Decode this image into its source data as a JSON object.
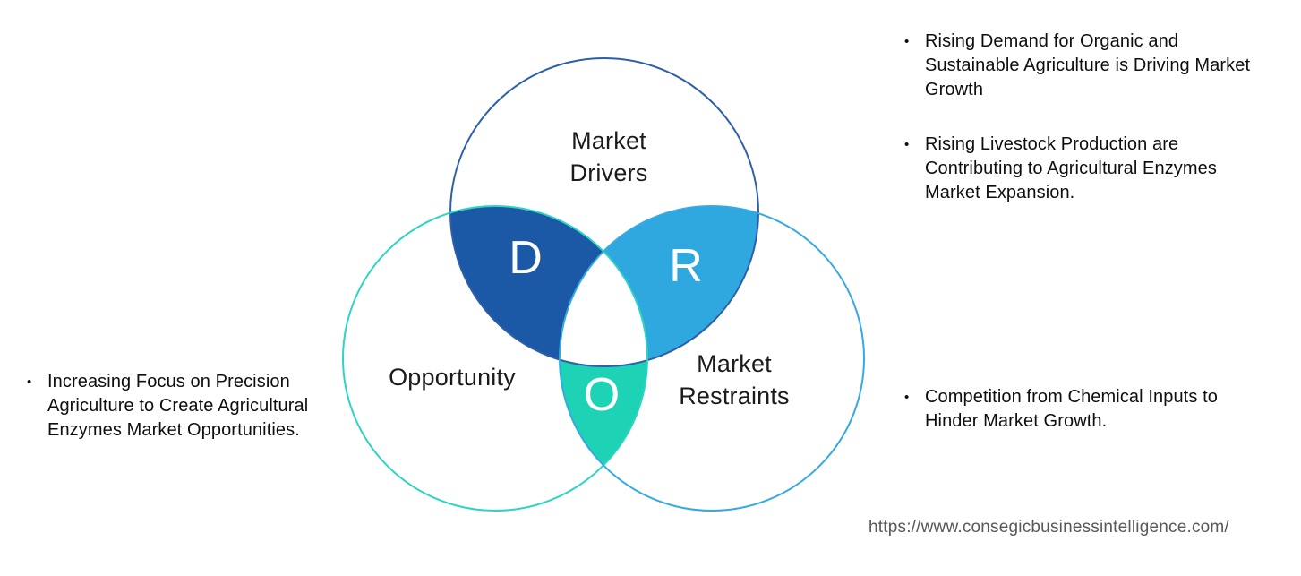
{
  "page": {
    "background": "#ffffff"
  },
  "icons": {
    "bullet": "•"
  },
  "venn": {
    "overlap_color": "#ffffff",
    "drivers": {
      "label": "Market Drivers",
      "letter": "D",
      "fill": "#1b58a5",
      "stroke": "#2e5fa9"
    },
    "opportunity": {
      "label": "Opportunity",
      "letter": "O",
      "fill": "#1ed2b5",
      "stroke": "#2ed4c2"
    },
    "restraints": {
      "label": "Market Restraints",
      "letter": "R",
      "fill": "#2fa8e0",
      "stroke": "#36a9e2"
    }
  },
  "left_notes": {
    "items": [
      {
        "text": "Increasing Focus on Precision Agriculture to Create Agricultural Enzymes Market Opportunities."
      }
    ]
  },
  "right_notes": {
    "items": [
      {
        "text": "Rising Demand for Organic and Sustainable Agriculture is Driving Market Growth"
      },
      {
        "text": "Rising Livestock Production are Contributing to Agricultural Enzymes Market Expansion."
      },
      {
        "text": "Competition from Chemical Inputs to Hinder Market Growth."
      }
    ]
  },
  "footer": {
    "url": "https://www.consegicbusinessintelligence.com/"
  }
}
